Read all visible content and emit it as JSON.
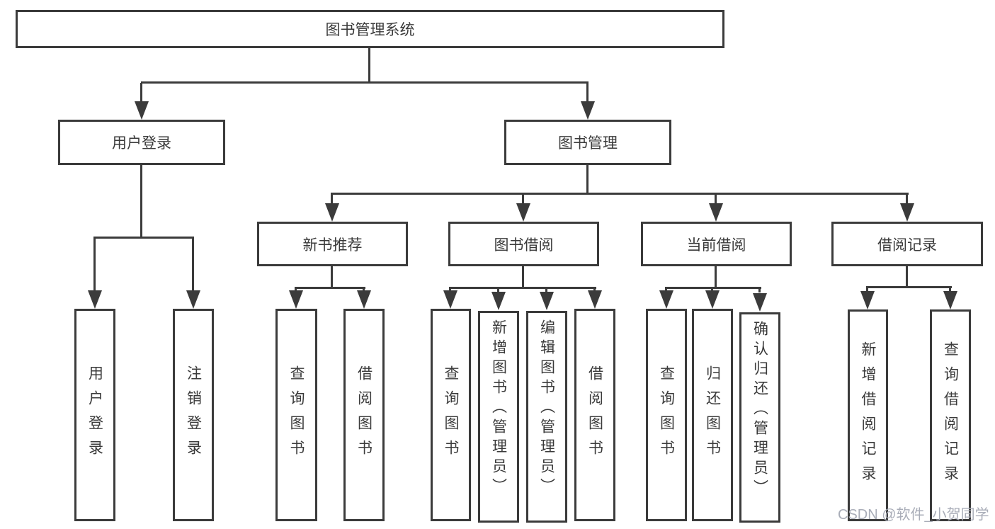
{
  "palette": {
    "line_color": "#3b3b3b",
    "text_color": "#3a3a3a",
    "background": "#ffffff",
    "watermark_color": "#a9adb8"
  },
  "watermark": {
    "text": "CSDN @软件_小贺同学"
  },
  "tree": {
    "root": {
      "label": "图书管理系统",
      "children": [
        {
          "label": "用户登录",
          "children": [
            {
              "label": "用户登录"
            },
            {
              "label": "注销登录"
            }
          ]
        },
        {
          "label": "图书管理",
          "children": [
            {
              "label": "新书推荐",
              "children": [
                {
                  "label": "查询图书"
                },
                {
                  "label": "借阅图书"
                }
              ]
            },
            {
              "label": "图书借阅",
              "children": [
                {
                  "label": "查询图书"
                },
                {
                  "label": "新增图书（管理员）"
                },
                {
                  "label": "编辑图书（管理员）"
                },
                {
                  "label": "借阅图书"
                }
              ]
            },
            {
              "label": "当前借阅",
              "children": [
                {
                  "label": "查询图书"
                },
                {
                  "label": "归还图书"
                },
                {
                  "label": "确认归还（管理员）"
                }
              ]
            },
            {
              "label": "借阅记录",
              "children": [
                {
                  "label": "新增借阅记录"
                },
                {
                  "label": "查询借阅记录"
                }
              ]
            }
          ]
        }
      ]
    }
  }
}
